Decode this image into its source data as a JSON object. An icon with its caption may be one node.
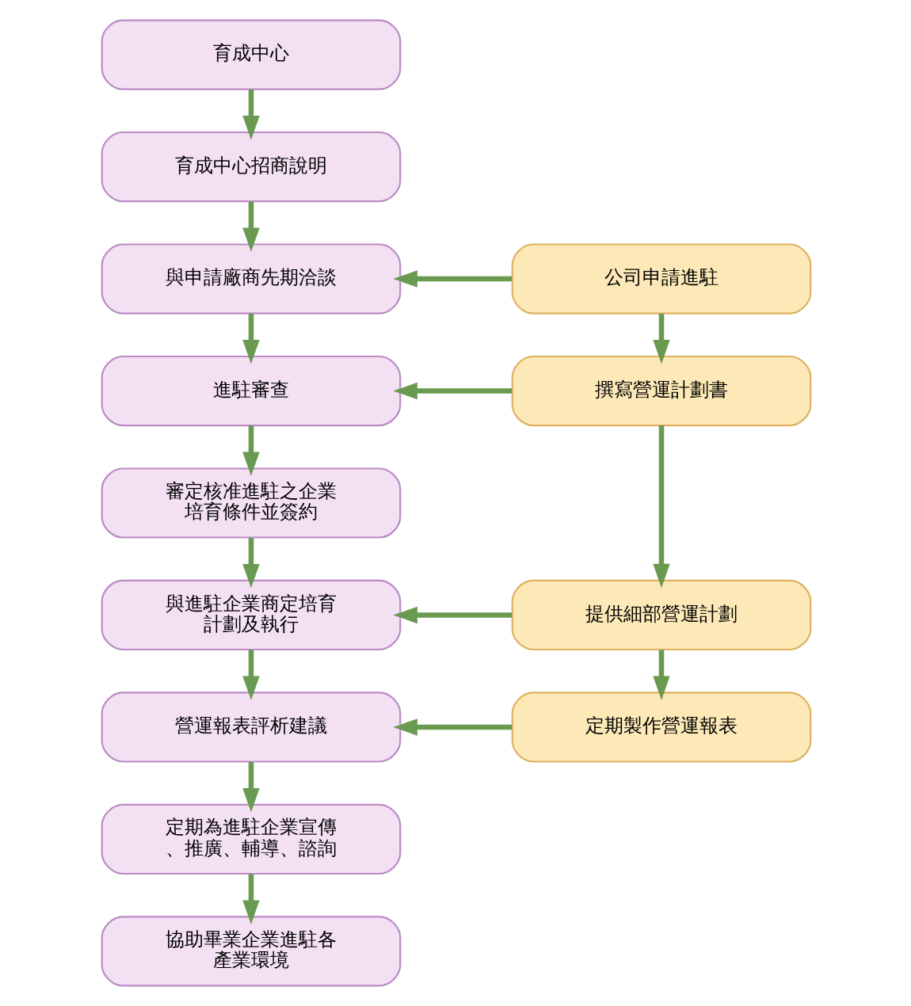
{
  "diagram": {
    "nodes": [
      {
        "text": [
          "育成中心"
        ]
      },
      {
        "text": [
          "育成中心招商說明"
        ]
      },
      {
        "text": [
          "公司申請進駐"
        ]
      },
      {
        "text": [
          "與申請廠商先期洽談"
        ]
      },
      {
        "text": [
          "撰寫營運計劃書"
        ]
      },
      {
        "text": [
          "進駐審查"
        ]
      },
      {
        "text": [
          "審定核准進駐之企業培育條件並簽約"
        ]
      },
      {
        "text": [
          "提供細部營運計劃"
        ]
      },
      {
        "text": [
          "與進駐企業商定培育計劃及執行"
        ]
      },
      {
        "text": [
          "定期製作營運報表"
        ]
      },
      {
        "text": [
          "營運報表評析建議"
        ]
      },
      {
        "text": [
          "定期為進駐企業宣傳、推廣、輔導、諮詢"
        ]
      },
      {
        "text": [
          "協助畢業企業進駐各產業環境"
        ]
      }
    ],
    "edges": [
      {
        "from": 0,
        "to": 1,
        "arrow": "to"
      },
      {
        "from": 1,
        "to": 3,
        "arrow": "to"
      },
      {
        "from": 2,
        "to": 3,
        "arrow": "to"
      },
      {
        "from": 2,
        "to": 4,
        "arrow": "to"
      },
      {
        "from": 3,
        "to": 5,
        "arrow": "to"
      },
      {
        "from": 4,
        "to": 5,
        "arrow": "to"
      },
      {
        "from": 4,
        "to": 7,
        "arrow": "to"
      },
      {
        "from": 5,
        "to": 6,
        "arrow": "to"
      },
      {
        "from": 6,
        "to": 8,
        "arrow": "to"
      },
      {
        "from": 7,
        "to": 8,
        "arrow": "to"
      },
      {
        "from": 7,
        "to": 9,
        "arrow": "to"
      },
      {
        "from": 8,
        "to": 10,
        "arrow": "to"
      },
      {
        "from": 9,
        "to": 10,
        "arrow": "to"
      },
      {
        "from": 10,
        "to": 11,
        "arrow": "to"
      },
      {
        "from": 11,
        "to": 12,
        "arrow": "to"
      }
    ]
  }
}
